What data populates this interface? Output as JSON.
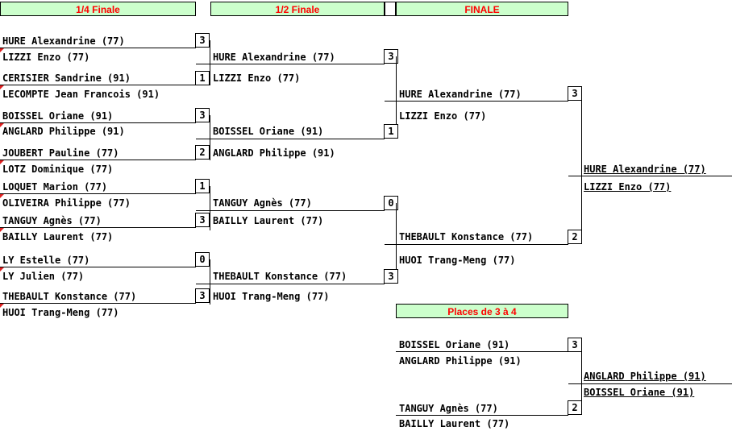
{
  "headers": {
    "quarter": "1/4 Finale",
    "semi": "1/2 Finale",
    "final": "FINALE",
    "third": "Places de 3 à 4"
  },
  "qf": [
    {
      "p1": "HURE Alexandrine (77)",
      "p2": "LIZZI Enzo (77)",
      "score": "3"
    },
    {
      "p1": "CERISIER Sandrine (91)",
      "p2": "LECOMPTE Jean Francois (91)",
      "score": "1"
    },
    {
      "p1": "BOISSEL Oriane (91)",
      "p2": "ANGLARD Philippe (91)",
      "score": "3"
    },
    {
      "p1": "JOUBERT Pauline (77)",
      "p2": "LOTZ Dominique (77)",
      "score": "2"
    },
    {
      "p1": "LOQUET Marion (77)",
      "p2": "OLIVEIRA Philippe (77)",
      "score": "1"
    },
    {
      "p1": "TANGUY Agnès (77)",
      "p2": "BAILLY Laurent (77)",
      "score": "3"
    },
    {
      "p1": "LY Estelle (77)",
      "p2": "LY Julien (77)",
      "score": "0"
    },
    {
      "p1": "THEBAULT Konstance (77)",
      "p2": "HUOI Trang-Meng (77)",
      "score": "3"
    }
  ],
  "sf": [
    {
      "p1": "HURE Alexandrine (77)",
      "p2": "LIZZI Enzo (77)",
      "score": "3"
    },
    {
      "p1": "BOISSEL Oriane (91)",
      "p2": "ANGLARD Philippe (91)",
      "score": "1"
    },
    {
      "p1": "TANGUY Agnès (77)",
      "p2": "BAILLY Laurent (77)",
      "score": "0"
    },
    {
      "p1": "THEBAULT Konstance (77)",
      "p2": "HUOI Trang-Meng (77)",
      "score": "3"
    }
  ],
  "f": [
    {
      "p1": "HURE Alexandrine (77)",
      "p2": "LIZZI Enzo (77)",
      "score": "3"
    },
    {
      "p1": "THEBAULT Konstance (77)",
      "p2": "HUOI Trang-Meng (77)",
      "score": "2"
    }
  ],
  "winner": {
    "p1": "HURE Alexandrine (77)",
    "p2": "LIZZI Enzo (77)"
  },
  "third": [
    {
      "p1": "BOISSEL Oriane (91)",
      "p2": "ANGLARD Philippe (91)",
      "score": "3"
    },
    {
      "p1": "TANGUY Agnès (77)",
      "p2": "BAILLY Laurent (77)",
      "score": "2"
    }
  ],
  "third_winner": {
    "p1": "ANGLARD Philippe (91)",
    "p2": "BOISSEL Oriane (91)"
  }
}
